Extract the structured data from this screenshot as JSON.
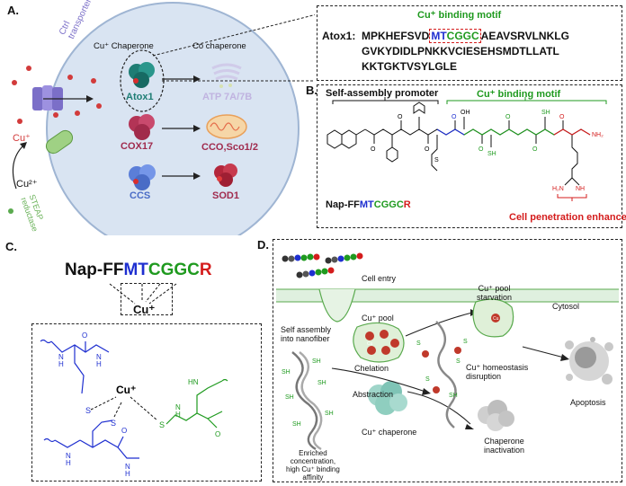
{
  "panels": {
    "a": "A.",
    "b": "B.",
    "c": "C.",
    "d": "D."
  },
  "panel_a": {
    "ctrl_transporter": "Ctrl\ntransporter",
    "cu_plus": "Cu⁺",
    "cu_2plus": "Cu²⁺",
    "steap": "STEAP\nreductase",
    "cu_chaperone": "Cu⁺ Chaperone",
    "co_chaperone": "Co chaperone",
    "atox1": "Atox1",
    "atp": "ATP 7A/7B",
    "cox17": "COX17",
    "cco": "CCO,Sco1/2",
    "ccs": "CCS",
    "sod1": "SOD1"
  },
  "seq_box": {
    "motif_label": "Cu⁺ binding motif",
    "name": "Atox1:",
    "line1_pre": "MPKHEFSVD",
    "line1_mt": "MT",
    "line1_cggc": "CGGC",
    "line1_post": "AEAVSRVLNKLG",
    "line2": "GVKYDIDLPNKKVCIESEHSMDTLLATL",
    "line3": "KKTGKTVSYLGLE"
  },
  "panel_b": {
    "self_assembly": "Self-assembly promoter",
    "motif": "Cu⁺ binding motif",
    "penetration": "Cell penetration enhancer",
    "peptide_pre": "Nap-FF",
    "peptide_mt": "MT",
    "peptide_cggc": "CGGC",
    "peptide_r": "R",
    "atoms": {
      "oh": "OH",
      "sh": "SH",
      "s": "S",
      "hn": "HN",
      "nh2": "NH₂",
      "h2n": "H₂N",
      "nh": "NH",
      "h": "H",
      "n": "N",
      "o": "O"
    }
  },
  "panel_c": {
    "peptide_pre": "Nap-FF",
    "peptide_mt": "MT",
    "peptide_cggc": "CGGC",
    "peptide_r": "R",
    "cu": "Cu⁺",
    "atoms": {
      "s": "S",
      "n": "N",
      "h": "H",
      "o": "O",
      "hn": "HN"
    }
  },
  "panel_d": {
    "cell_entry": "Cell entry",
    "cytosol": "Cytosol",
    "self_assembly": "Self assembly\ninto nanofiber",
    "cu_pool": "Cu⁺ pool",
    "starvation": "Cu⁺ pool\nstarvation",
    "chelation": "Chelation",
    "abstraction": "Abstraction",
    "homeostasis": "Cu⁺ homeostasis\ndisruption",
    "apoptosis": "Apoptosis",
    "enriched": "Enriched\nconcentration,\nhigh Cu⁺ binding\naffinity",
    "chaperone": "Cu⁺ chaperone",
    "inactivation": "Chaperone\ninactivation",
    "cu": "Cu",
    "sh": "SH",
    "s": "S"
  },
  "colors": {
    "green": "#1f9a1f",
    "blue": "#1e2fd0",
    "red": "#d41c1c",
    "cell": "#d9e4f2"
  }
}
